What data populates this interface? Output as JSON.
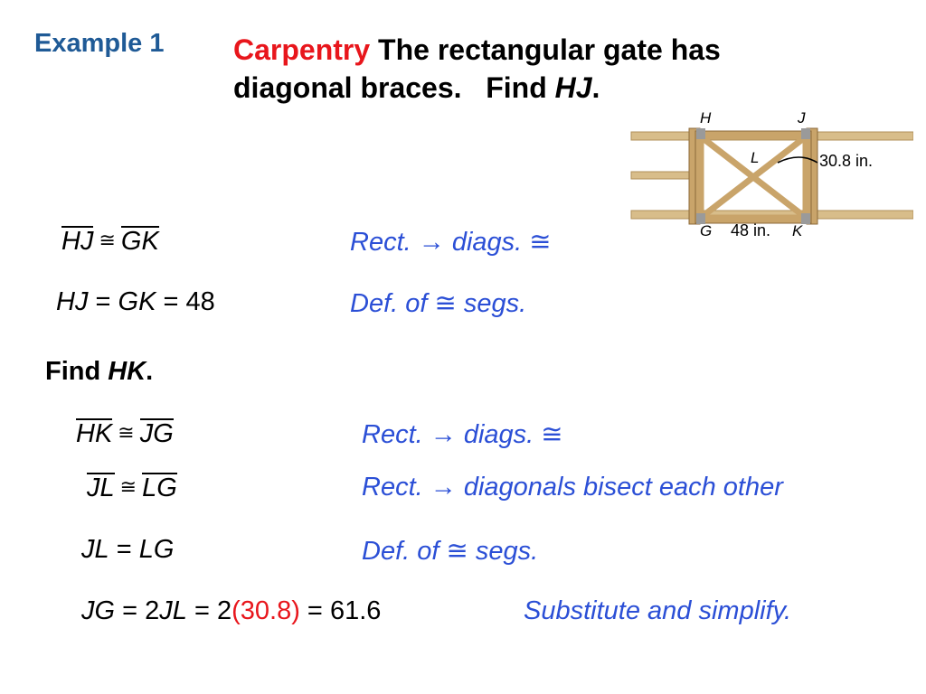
{
  "header": {
    "example_label": "Example 1",
    "topic": "Carpentry",
    "problem_line1": "The rectangular gate has",
    "problem_line2": "diagonal braces.",
    "find_word": "Find",
    "find_target": "HJ",
    "find_period": "."
  },
  "figure": {
    "labels": {
      "h": "H",
      "j": "J",
      "l": "L",
      "g": "G",
      "k": "K"
    },
    "diag_length": "30.8 in.",
    "bottom_length": "48 in.",
    "colors": {
      "wood": "#c9a46a",
      "wood_dark": "#8c6a3a",
      "post": "#b98c4e",
      "metal": "#9a9a9a"
    }
  },
  "part1": {
    "seg_a": "HJ",
    "seg_b": "GK",
    "cong": "≅",
    "reason1_a": "Rect.",
    "arrow": "→",
    "reason1_b": "diags.",
    "eq_lhs": "HJ",
    "eq_mid": "GK",
    "eq_val": "48",
    "reason2_a": "Def. of",
    "reason2_b": "segs."
  },
  "part2": {
    "find_word": "Find",
    "find_target": "HK",
    "find_period": ".",
    "seg_a": "HK",
    "seg_b": "JG",
    "reason1_a": "Rect.",
    "reason1_b": "diags.",
    "seg_c": "JL",
    "seg_d": "LG",
    "reason2_a": "Rect.",
    "reason2_b": "diagonals bisect each other",
    "eq1_lhs": "JL",
    "eq1_rhs": "LG",
    "reason3_a": "Def. of",
    "reason3_b": "segs.",
    "eq2_jg": "JG",
    "eq2_two": "2",
    "eq2_jl": "JL",
    "eq2_two_b": "2",
    "eq2_sub": "(30.8)",
    "eq2_result": "61.6",
    "reason4": "Substitute and simplify."
  }
}
